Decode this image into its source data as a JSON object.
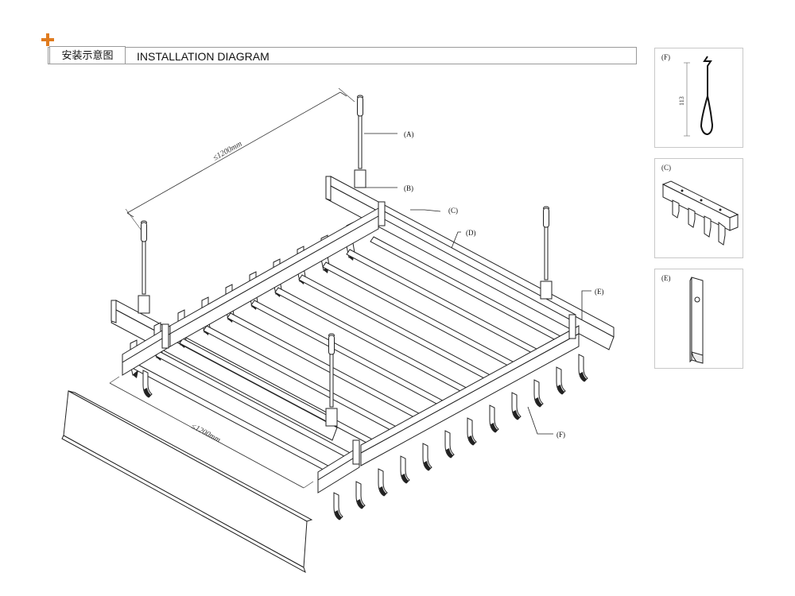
{
  "header": {
    "cn_label": "安装示意图",
    "en_title": "INSTALLATION DIAGRAM"
  },
  "diagram": {
    "callouts": {
      "a": "(A)",
      "b": "(B)",
      "c": "(C)",
      "d": "(D)",
      "e": "(E)",
      "f": "(F)"
    },
    "dim_back": "≤1200mm",
    "dim_front": "≤1200mm"
  },
  "details": {
    "f": {
      "tag": "(F)",
      "dimension": "113"
    },
    "c": {
      "tag": "(C)"
    },
    "e": {
      "tag": "(E)"
    }
  },
  "colors": {
    "accent": "#e07b1e",
    "line": "#222222",
    "border": "#9a9a9a"
  }
}
